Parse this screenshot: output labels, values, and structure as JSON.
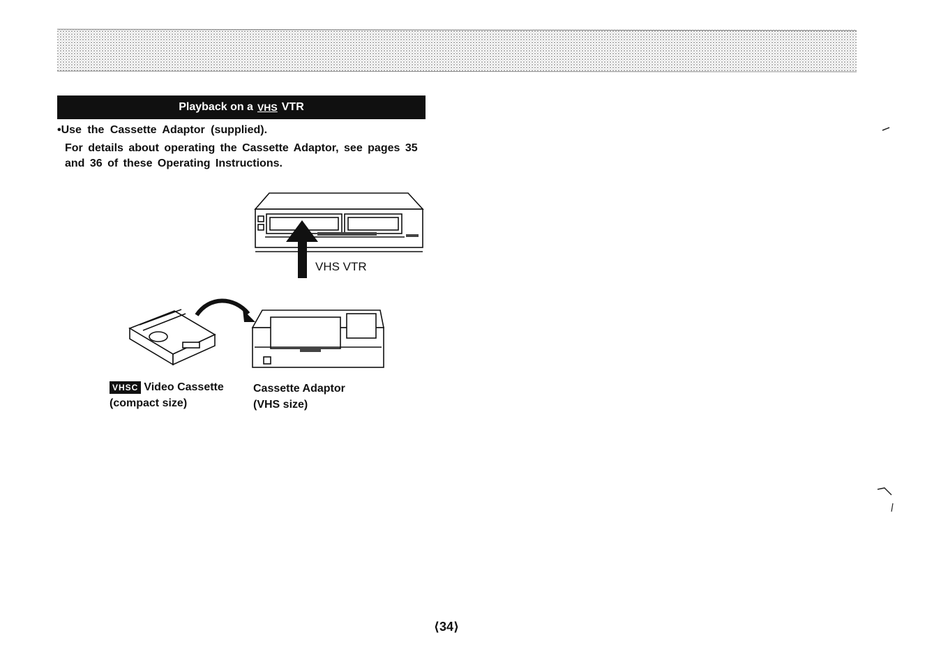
{
  "section": {
    "title_before": "Playback on a",
    "title_logo": "VHS",
    "title_after": "VTR"
  },
  "body": {
    "bullet": "•Use the Cassette Adaptor (supplied).",
    "details": "For details about operating the Cassette Adaptor, see pages 35 and 36 of these Operating Instructions."
  },
  "illustration": {
    "vtr_label": "VHS VTR",
    "left_caption_logo": "VHSC",
    "left_caption_line1": "Video Cassette",
    "left_caption_line2": "(compact size)",
    "right_caption_line1": "Cassette Adaptor",
    "right_caption_line2": "(VHS size)"
  },
  "page_number": "⟨34⟩"
}
